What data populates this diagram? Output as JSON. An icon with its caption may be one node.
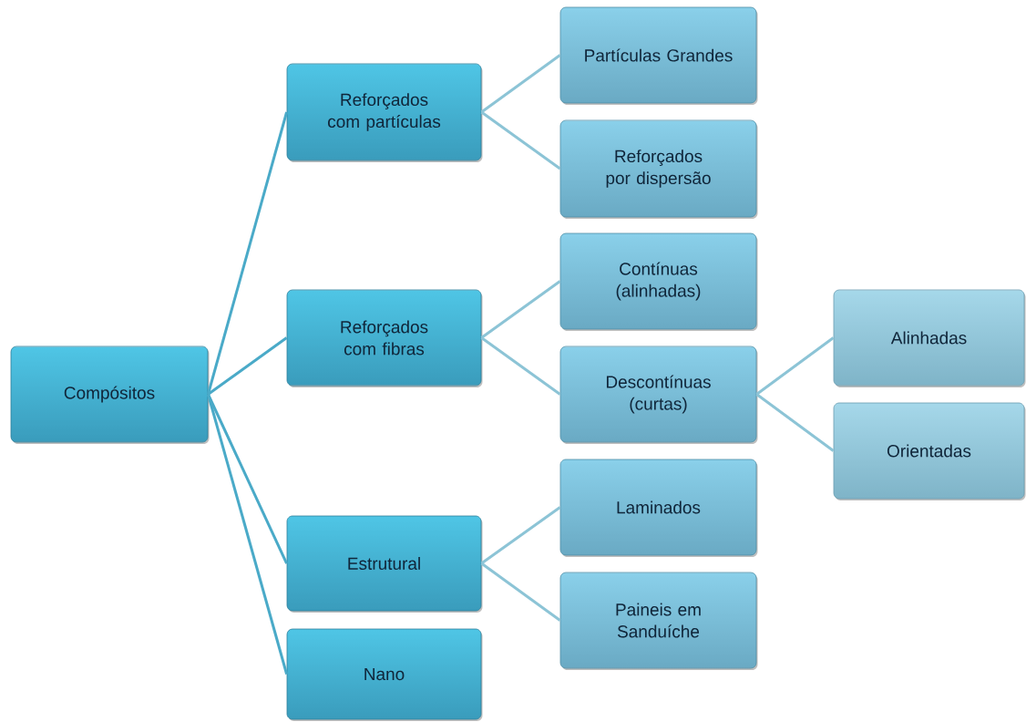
{
  "diagram": {
    "nodes": [
      {
        "text": [
          "Compósitos"
        ]
      },
      {
        "text": [
          "Reforçados com partículas"
        ]
      },
      {
        "text": [
          "Partículas Grandes"
        ]
      },
      {
        "text": [
          "Reforçados por dispersão"
        ]
      },
      {
        "text": [
          "Reforçados com fibras"
        ]
      },
      {
        "text": [
          "Contínuas (alinhadas)"
        ]
      },
      {
        "text": [
          "Descontínuas (curtas)"
        ]
      },
      {
        "text": [
          "Alinhadas"
        ]
      },
      {
        "text": [
          "Orientadas"
        ]
      },
      {
        "text": [
          "Estrutural"
        ]
      },
      {
        "text": [
          "Laminados"
        ]
      },
      {
        "text": [
          "Paineis em Sanduíche"
        ]
      },
      {
        "text": [
          "Nano"
        ]
      }
    ],
    "edges": [
      {
        "from": 0,
        "to": 1,
        "arrow": "none",
        "color": "#4aaac8"
      },
      {
        "from": 1,
        "to": 2,
        "arrow": "none"
      },
      {
        "from": 1,
        "to": 3,
        "arrow": "none"
      },
      {
        "from": 0,
        "to": 4,
        "arrow": "none",
        "color": "#4aaac8"
      },
      {
        "from": 4,
        "to": 5,
        "arrow": "none"
      },
      {
        "from": 4,
        "to": 6,
        "arrow": "none"
      },
      {
        "from": 6,
        "to": 7,
        "arrow": "none"
      },
      {
        "from": 6,
        "to": 8,
        "arrow": "none"
      },
      {
        "from": 0,
        "to": 9,
        "arrow": "none",
        "color": "#4aaac8"
      },
      {
        "from": 9,
        "to": 10,
        "arrow": "none"
      },
      {
        "from": 9,
        "to": 11,
        "arrow": "none"
      },
      {
        "from": 0,
        "to": 12,
        "arrow": "none",
        "color": "#4aaac8"
      }
    ]
  }
}
